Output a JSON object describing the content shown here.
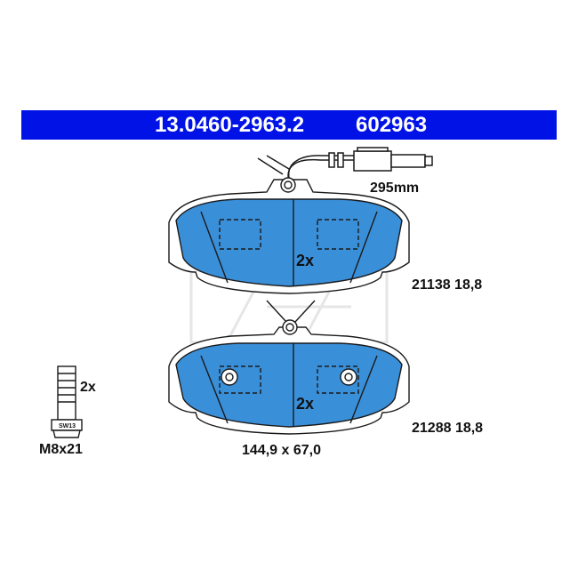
{
  "header": {
    "part_number": "13.0460-2963.2",
    "ref_number": "602963"
  },
  "sensor": {
    "cable_length": "295mm"
  },
  "pads": [
    {
      "quantity": "2x",
      "spec": "21138 18,8"
    },
    {
      "quantity": "2x",
      "spec": "21288 18,8"
    }
  ],
  "bolt": {
    "quantity": "2x",
    "size": "M8x21",
    "head_marking": "SW13"
  },
  "dimensions": "144,9 x 67,0",
  "colors": {
    "header_blue": "#0012e6",
    "pad_blue": "#3a8fd9",
    "line": "#1a1a1a"
  }
}
